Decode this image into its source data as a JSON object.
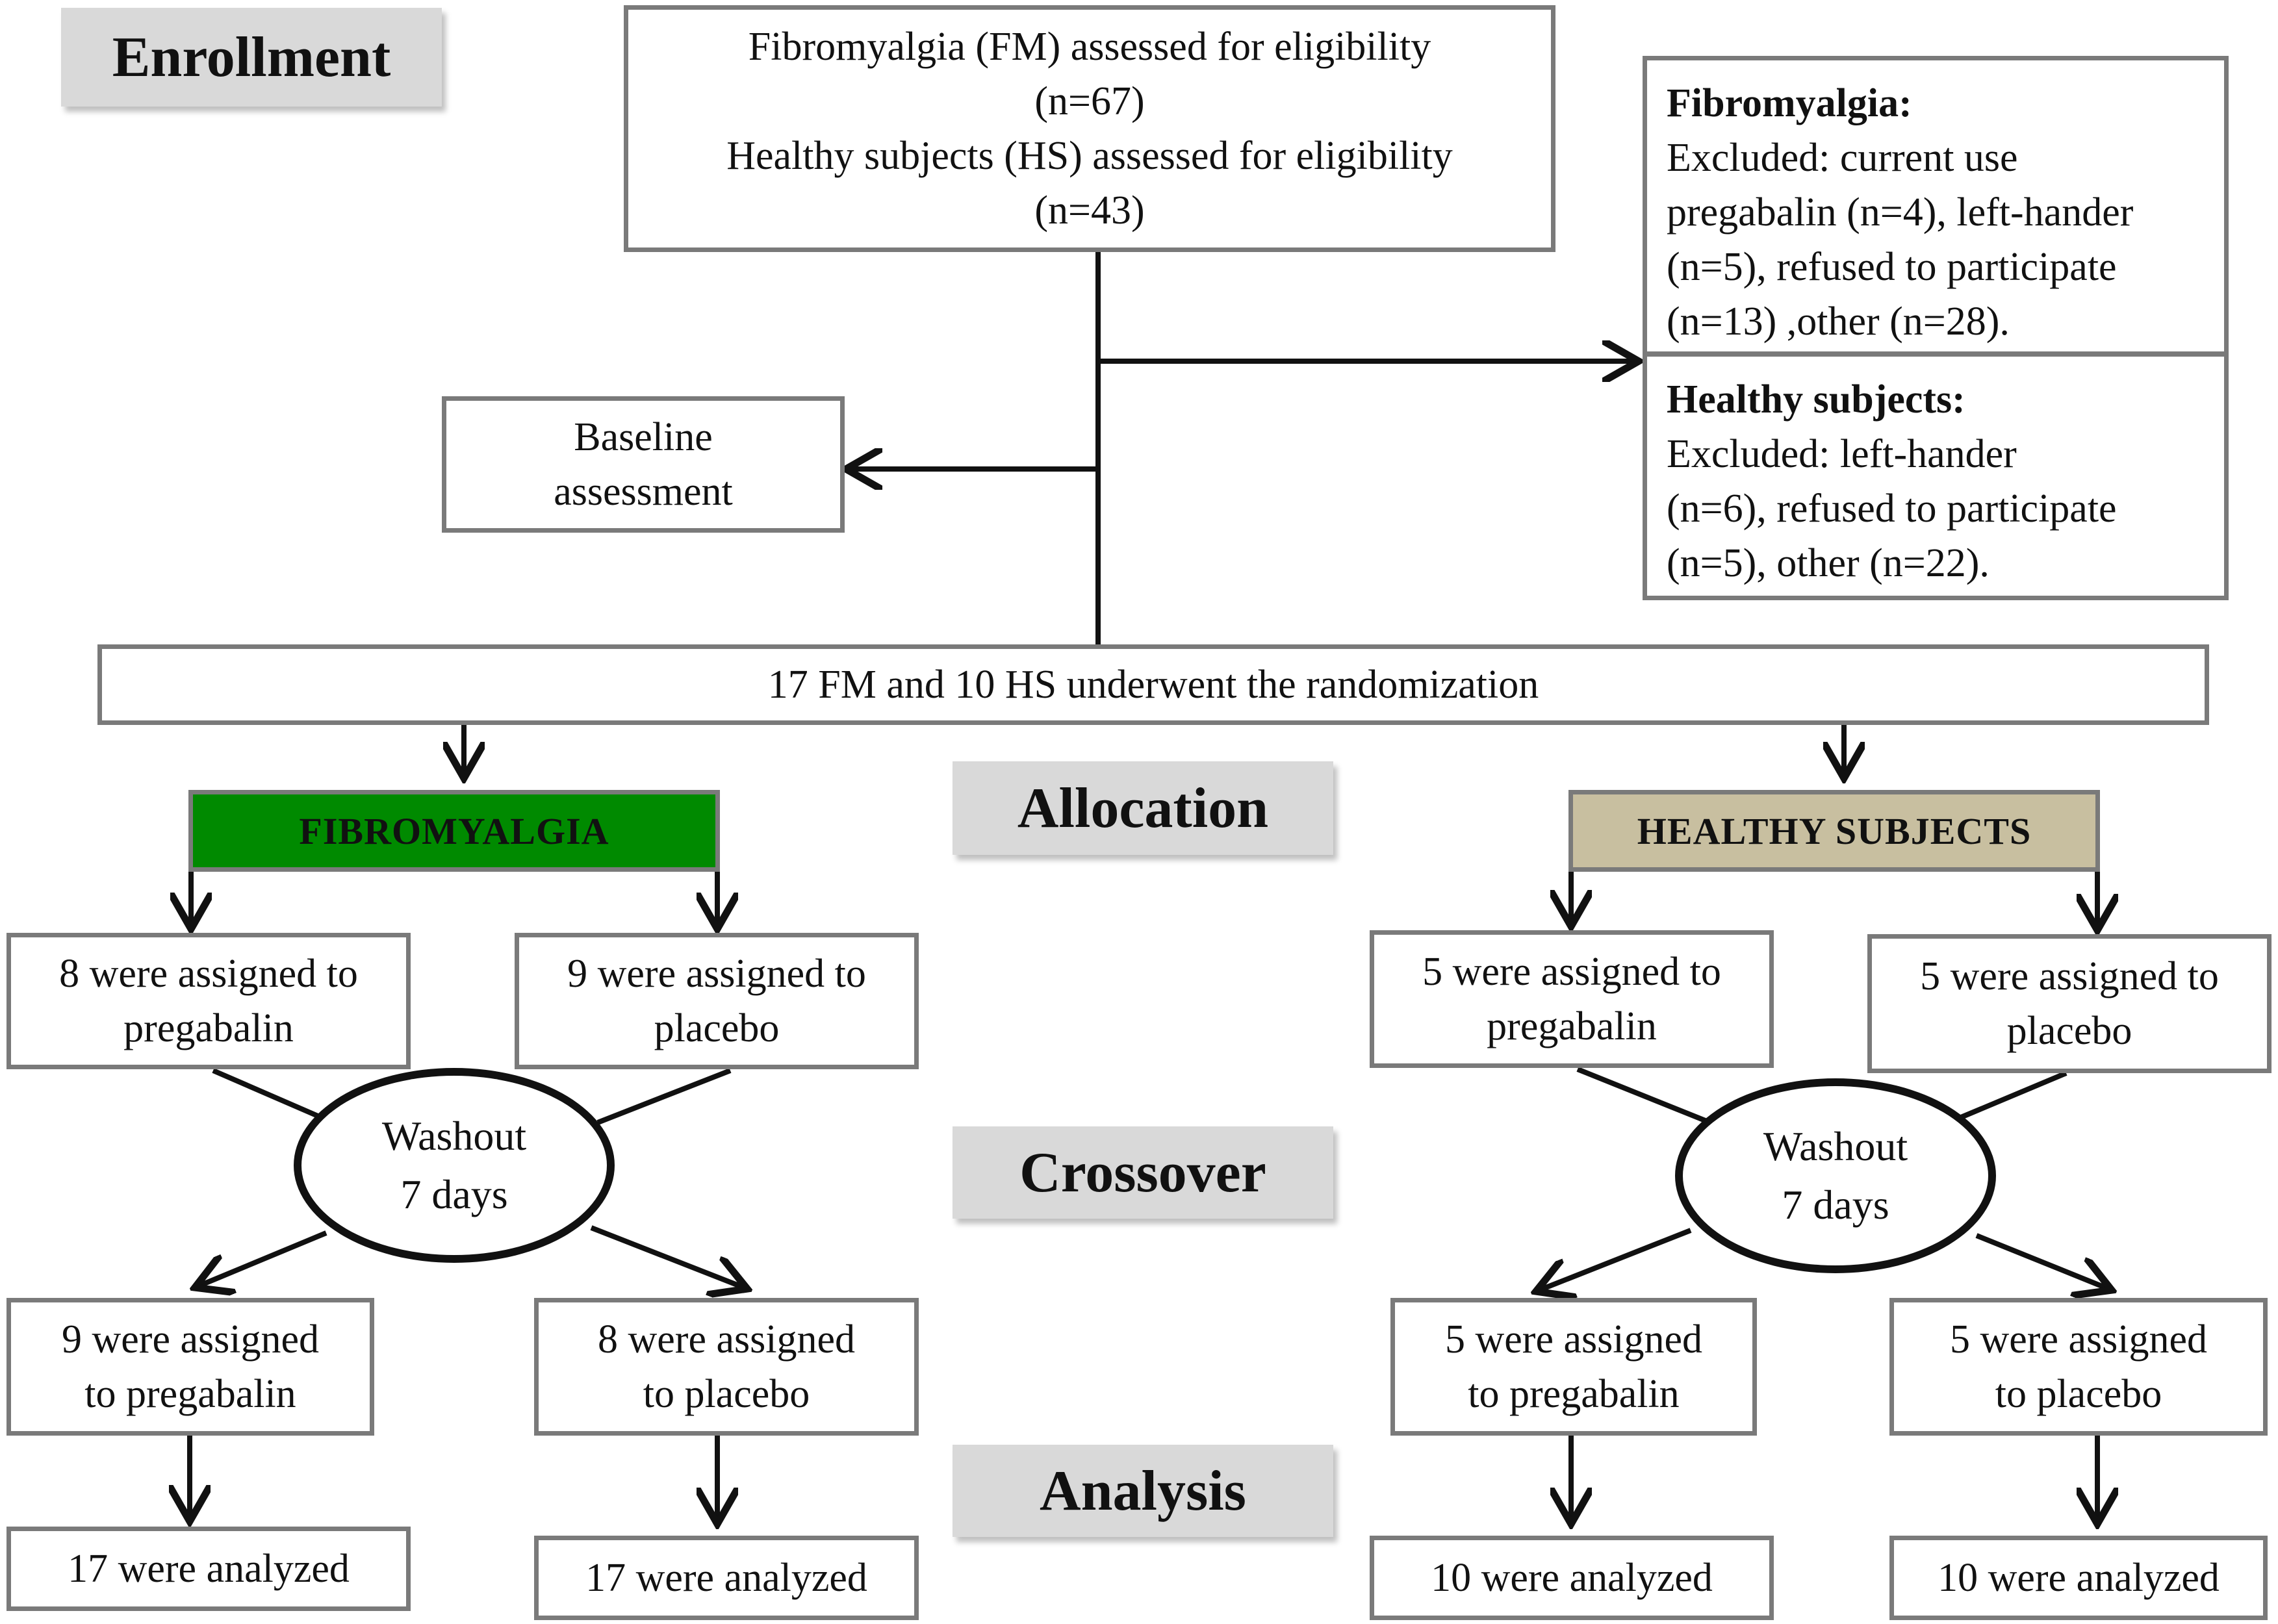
{
  "stages": {
    "enrollment": "Enrollment",
    "allocation": "Allocation",
    "crossover": "Crossover",
    "analysis": "Analysis"
  },
  "assessed": {
    "fm_line": "Fibromyalgia  (FM) assessed for eligibility",
    "fm_n": "(n=67)",
    "hs_line": "Healthy  subjects (HS) assessed for eligibility",
    "hs_n": "(n=43)"
  },
  "excluded_fm": {
    "title": "Fibromyalgia:",
    "lines": [
      "Excluded:  current  use",
      "pregabalin (n=4), left-hander",
      "(n=5), refused to participate",
      "(n=13) ,other (n=28)."
    ]
  },
  "excluded_hs": {
    "title": "Healthy subjects:",
    "lines": [
      "Excluded:  left-hander",
      "(n=6), refused to participate",
      "(n=5), other (n=22)."
    ]
  },
  "baseline": {
    "line1": "Baseline",
    "line2": "assessment"
  },
  "randomization": "17 FM and 10 HS underwent  the randomization",
  "groups": {
    "fm": {
      "label": "FIBROMYALGIA",
      "color": "#008a00"
    },
    "hs": {
      "label": "HEALTHY SUBJECTS",
      "color": "#c8bfa0"
    }
  },
  "fm_arm": {
    "assign1": {
      "line1": "8 were assigned to",
      "line2": "pregabalin"
    },
    "assign2": {
      "line1": "9 were assigned to",
      "line2": "placebo"
    },
    "washout": {
      "line1": "Washout",
      "line2": "7 days"
    },
    "cross1": {
      "line1": "9 were assigned",
      "line2": "to pregabalin"
    },
    "cross2": {
      "line1": "8 were assigned",
      "line2": "to placebo"
    },
    "analyzed1": "17 were analyzed",
    "analyzed2": "17 were analyzed"
  },
  "hs_arm": {
    "assign1": {
      "line1": "5 were assigned to",
      "line2": "pregabalin"
    },
    "assign2": {
      "line1": "5 were assigned to",
      "line2": "placebo"
    },
    "washout": {
      "line1": "Washout",
      "line2": "7 days"
    },
    "cross1": {
      "line1": "5 were assigned",
      "line2": "to pregabalin"
    },
    "cross2": {
      "line1": "5 were assigned",
      "line2": "to placebo"
    },
    "analyzed1": "10 were analyzed",
    "analyzed2": "10 were analyzed"
  }
}
